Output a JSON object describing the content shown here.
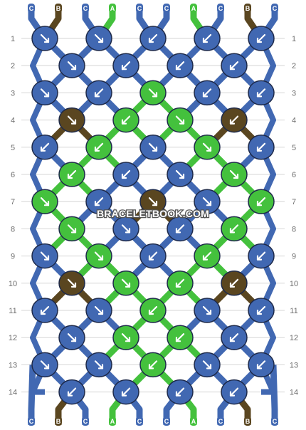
{
  "watermark": "BRACELETBOOK.COM",
  "colors": {
    "C": "#4168b2",
    "B": "#5a4620",
    "A": "#44c13d"
  },
  "strands_top": [
    "C",
    "B",
    "C",
    "A",
    "C",
    "C",
    "A",
    "C",
    "B",
    "C"
  ],
  "strands_bottom": [
    "C",
    "B",
    "C",
    "A",
    "C",
    "C",
    "A",
    "C",
    "B",
    "C"
  ],
  "row_numbers": [
    "1",
    "2",
    "3",
    "4",
    "5",
    "6",
    "7",
    "8",
    "9",
    "10",
    "11",
    "12",
    "13",
    "14"
  ],
  "knot_rows": [
    [
      [
        "C",
        "se"
      ],
      [
        "C",
        "se"
      ],
      [
        "C",
        "sw"
      ],
      [
        "C",
        "sw"
      ],
      [
        "C",
        "sw"
      ]
    ],
    [
      [
        "C",
        "se"
      ],
      [
        "C",
        "sw"
      ],
      [
        "C",
        "sw"
      ],
      [
        "C",
        "sw"
      ]
    ],
    [
      [
        "C",
        "se"
      ],
      [
        "C",
        "sw"
      ],
      [
        "A",
        "se"
      ],
      [
        "C",
        "sw"
      ],
      [
        "C",
        "sw"
      ]
    ],
    [
      [
        "B",
        "se"
      ],
      [
        "A",
        "sw"
      ],
      [
        "A",
        "se"
      ],
      [
        "B",
        "sw"
      ]
    ],
    [
      [
        "C",
        "sw"
      ],
      [
        "A",
        "sw"
      ],
      [
        "C",
        "se"
      ],
      [
        "A",
        "se"
      ],
      [
        "C",
        "sw"
      ]
    ],
    [
      [
        "A",
        "sw"
      ],
      [
        "C",
        "sw"
      ],
      [
        "C",
        "se"
      ],
      [
        "A",
        "se"
      ]
    ],
    [
      [
        "A",
        "se"
      ],
      [
        "C",
        "sw"
      ],
      [
        "B",
        "se"
      ],
      [
        "C",
        "se"
      ],
      [
        "A",
        "sw"
      ]
    ],
    [
      [
        "A",
        "se"
      ],
      [
        "C",
        "se"
      ],
      [
        "C",
        "sw"
      ],
      [
        "A",
        "sw"
      ]
    ],
    [
      [
        "C",
        "se"
      ],
      [
        "A",
        "se"
      ],
      [
        "C",
        "sw"
      ],
      [
        "A",
        "sw"
      ],
      [
        "C",
        "sw"
      ]
    ],
    [
      [
        "B",
        "se"
      ],
      [
        "A",
        "se"
      ],
      [
        "A",
        "sw"
      ],
      [
        "B",
        "sw"
      ]
    ],
    [
      [
        "C",
        "sw"
      ],
      [
        "C",
        "se"
      ],
      [
        "A",
        "sw"
      ],
      [
        "C",
        "se"
      ],
      [
        "C",
        "sw"
      ]
    ],
    [
      [
        "C",
        "se"
      ],
      [
        "A",
        "se"
      ],
      [
        "A",
        "sw"
      ],
      [
        "C",
        "sw"
      ]
    ],
    [
      [
        "C",
        "se"
      ],
      [
        "C",
        "se"
      ],
      [
        "A",
        "sw"
      ],
      [
        "C",
        "se"
      ],
      [
        "C",
        "sw"
      ]
    ],
    [
      [
        "C",
        "sw"
      ],
      [
        "C",
        "sw"
      ],
      [
        "C",
        "sw"
      ],
      [
        "C",
        "sw"
      ]
    ]
  ]
}
